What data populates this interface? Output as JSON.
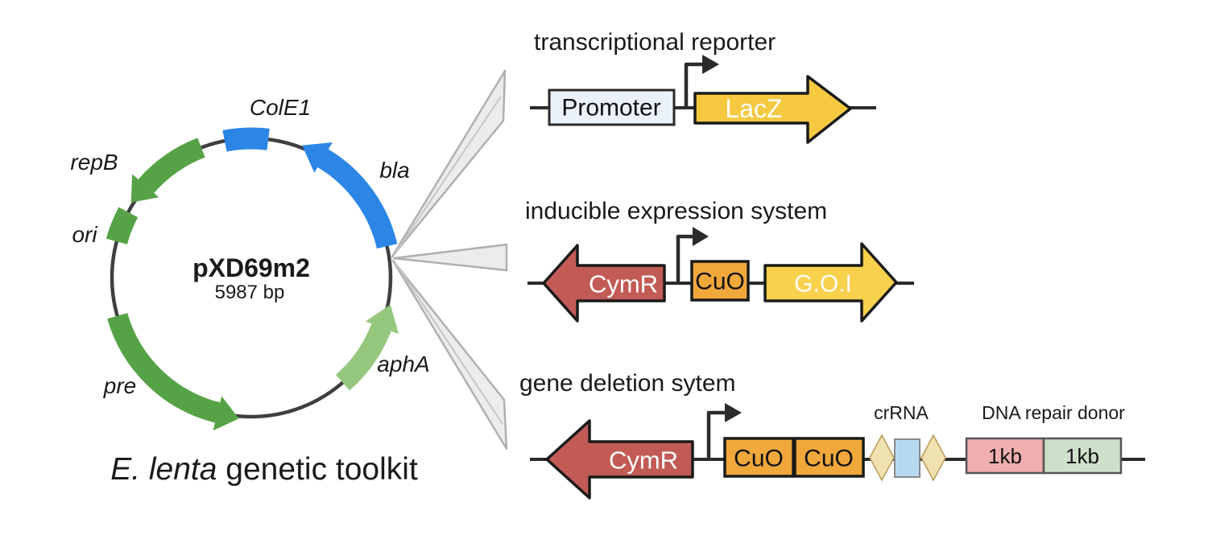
{
  "colors": {
    "backbone": "#3f3f3f",
    "blue": "#2b86e6",
    "green": "#55a346",
    "light_green": "#95c77f",
    "wedge_fill": "#ececec",
    "wedge_stroke": "#b0b0b0",
    "red": "#c25b55",
    "orange": "#f0a83b",
    "yellow": "#f6c941",
    "yellow_light": "#f8d14d",
    "promoter_fill": "#eaf1f9",
    "diamond": "#f0e2b0",
    "diamond_stroke": "#b89b55",
    "crrna_blue": "#b7d9f0",
    "donor_pink": "#f0aeae",
    "donor_green": "#cfe0ca",
    "ink": "#1a1a1a"
  },
  "plasmid": {
    "name": "pXD69m2",
    "size": "5987 bp",
    "features": {
      "cole1": "ColE1",
      "repb": "repB",
      "ori": "ori",
      "pre": "pre",
      "bla": "bla",
      "apha": "aphA"
    },
    "caption": {
      "italic": "E. lenta",
      "rest": " genetic toolkit"
    }
  },
  "reporter": {
    "title": "transcriptional reporter",
    "promoter": "Promoter",
    "gene": "LacZ"
  },
  "inducible": {
    "title": "inducible expression system",
    "repressor": "CymR",
    "operator": "CuO",
    "gene": "G.O.I"
  },
  "deletion": {
    "title": "gene deletion sytem",
    "repressor": "CymR",
    "operator1": "CuO",
    "operator2": "CuO",
    "crrna_label": "crRNA",
    "donor_label": "DNA repair donor",
    "donor_left": "1kb",
    "donor_right": "1kb"
  }
}
